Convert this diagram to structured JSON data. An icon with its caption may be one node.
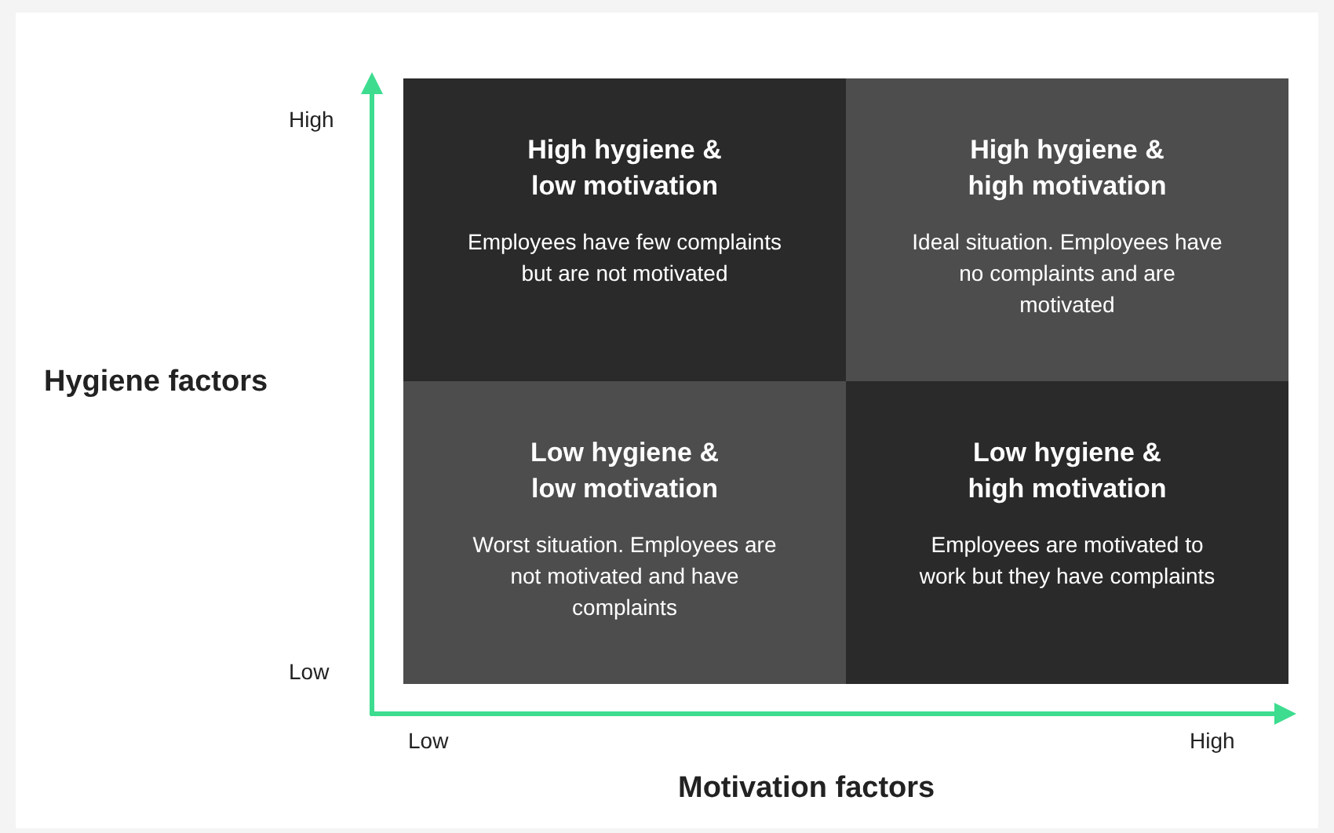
{
  "diagram": {
    "nodes": [
      {
        "text": [
          "High hygiene & low motivation",
          "Employees have few complaints but are not motivated"
        ]
      },
      {
        "text": [
          "High hygiene & high motivation",
          "Ideal situation. Employees have no complaints and are motivated"
        ]
      },
      {
        "text": [
          "Low hygiene & low motivation",
          "Worst situation. Employees are not motivated and have complaints"
        ]
      },
      {
        "text": [
          "Low hygiene & high motivation",
          "Employees are motivated to work but they have complaints"
        ]
      }
    ],
    "edges": [],
    "labels": [
      "High",
      "Hygiene factors",
      "Low",
      "Low",
      "High",
      "Motivation factors"
    ]
  }
}
